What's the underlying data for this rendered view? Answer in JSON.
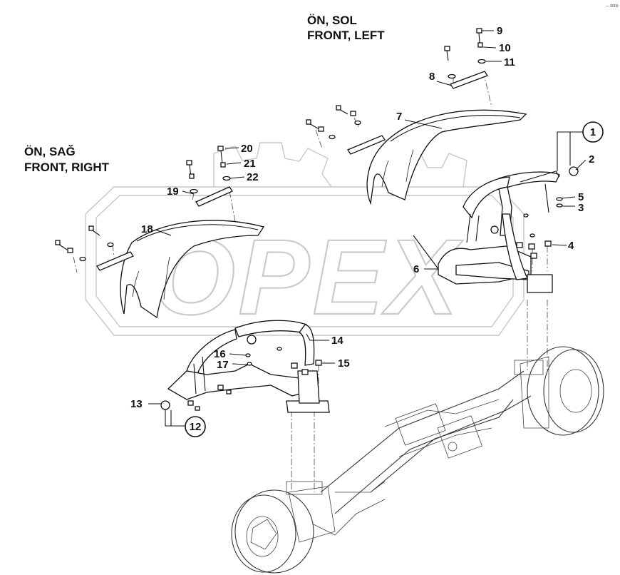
{
  "watermark": "OPEX",
  "corner_code": "— 0000",
  "captions": {
    "left_line1": "ÖN, SOL",
    "left_line2": "FRONT, LEFT",
    "right_line1": "ÖN, SAĞ",
    "right_line2": "FRONT, RIGHT"
  },
  "callouts": {
    "c1": "1",
    "c2": "2",
    "c3": "3",
    "c4": "4",
    "c5": "5",
    "c6": "6",
    "c7": "7",
    "c8": "8",
    "c9": "9",
    "c10": "10",
    "c11": "11",
    "c12": "12",
    "c13": "13",
    "c14": "14",
    "c15": "15",
    "c16": "16",
    "c17": "17",
    "c18": "18",
    "c19": "19",
    "c20": "20",
    "c21": "21",
    "c22": "22"
  }
}
